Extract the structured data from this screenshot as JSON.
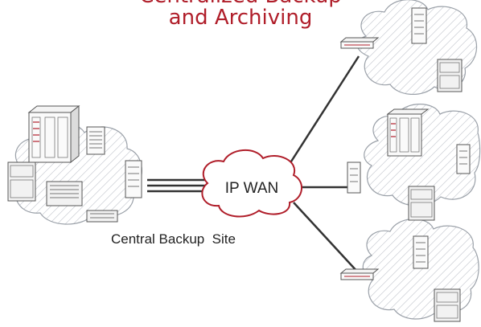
{
  "title": {
    "line1": "Centralized Backup",
    "line2": "and Archiving"
  },
  "central_site": {
    "label": "Central Backup  Site"
  },
  "wan": {
    "label": "IP WAN"
  },
  "colors": {
    "accent": "#b01e2a",
    "line": "#333333",
    "cloud_fill": "#eef0f3",
    "cloud_stroke": "#9aa0a8"
  },
  "icons": {
    "storage": "storage-array-icon",
    "server": "server-icon",
    "router": "router-icon",
    "cloud": "cloud-icon"
  }
}
